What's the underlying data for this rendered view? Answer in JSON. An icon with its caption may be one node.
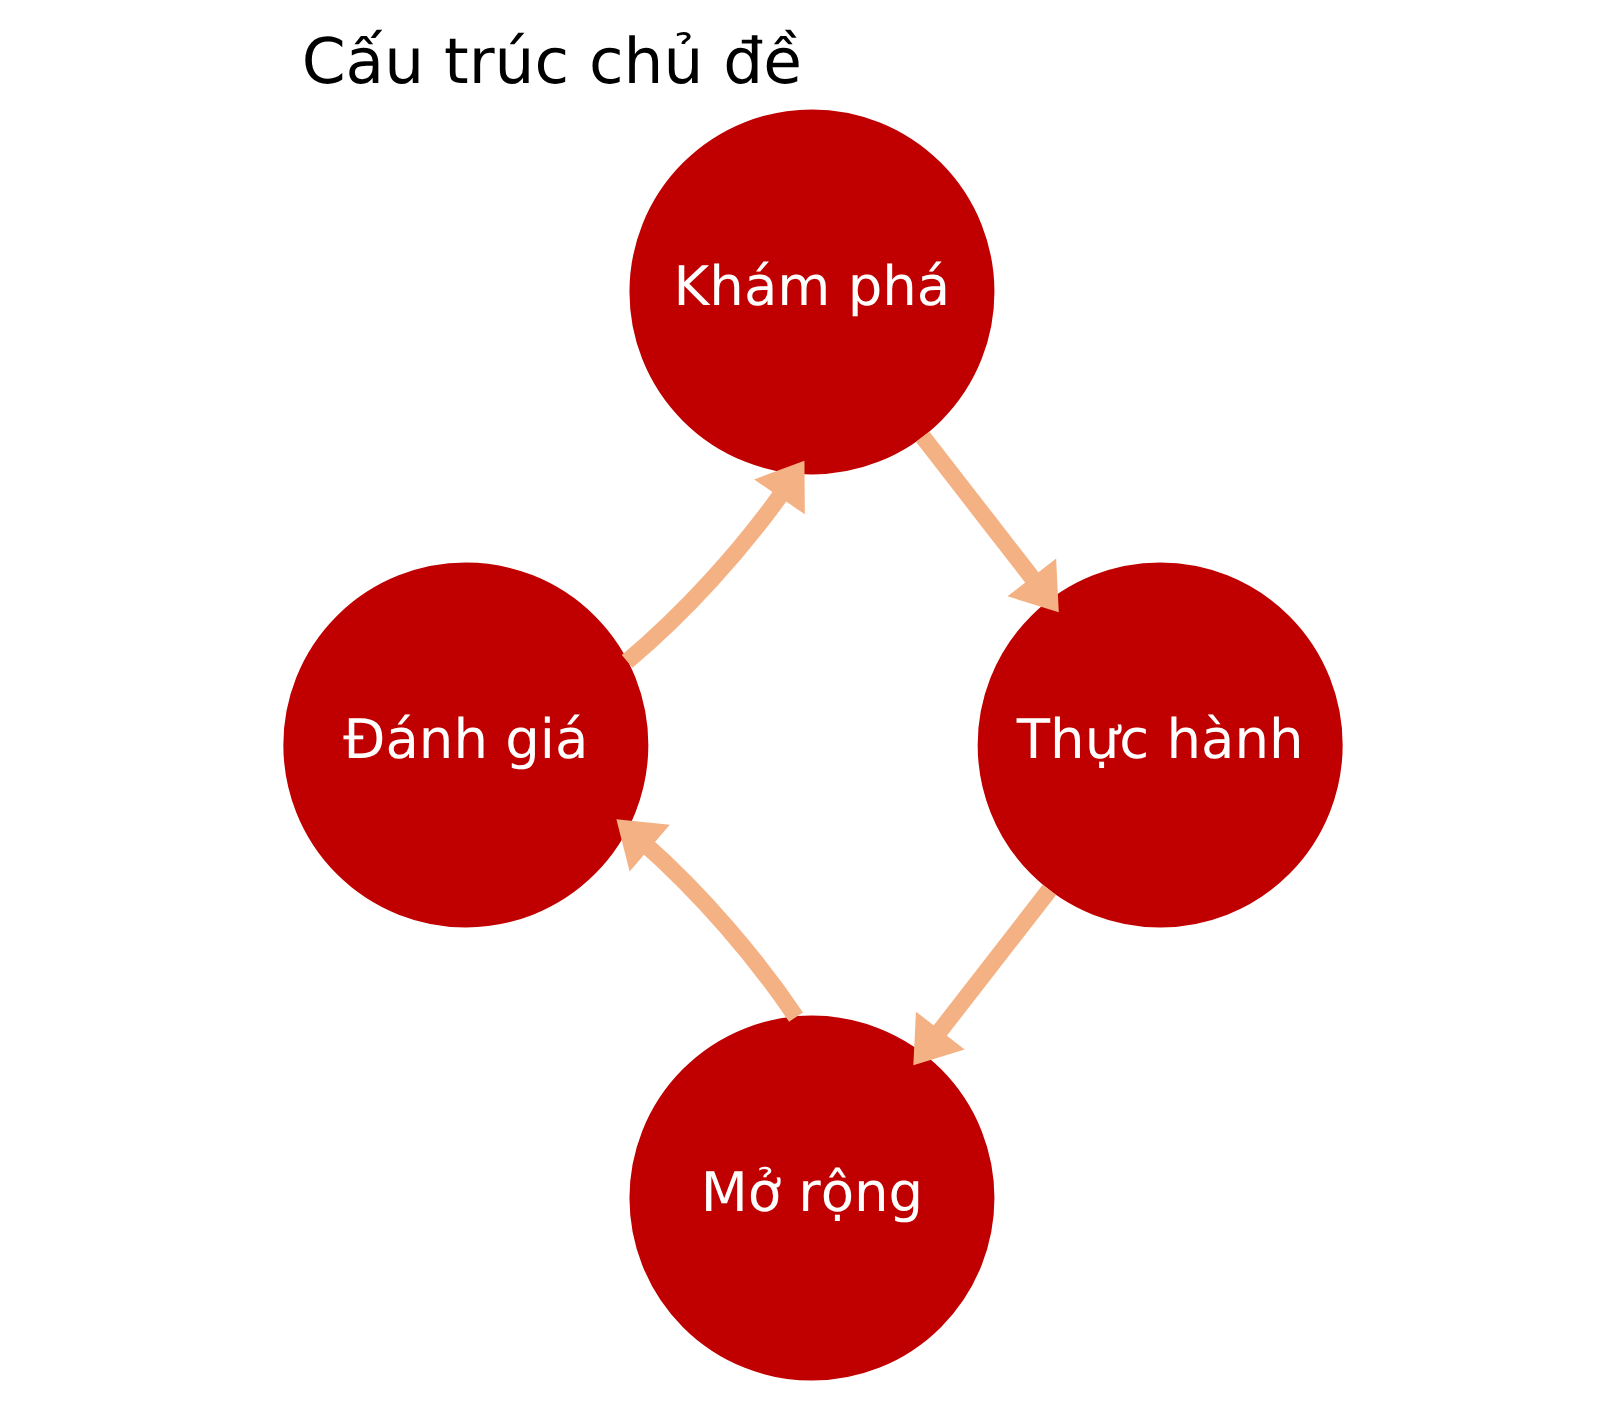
{
  "diagram": {
    "title": "Cấu trúc chủ đề",
    "nodes": [
      {
        "text": [
          "Khám phá"
        ]
      },
      {
        "text": [
          "Thực hành"
        ]
      },
      {
        "text": [
          "Mở rộng"
        ]
      },
      {
        "text": [
          "Đánh giá"
        ]
      }
    ],
    "edges": [
      {
        "from": 0,
        "to": 1,
        "arrow": "to"
      },
      {
        "from": 1,
        "to": 2,
        "arrow": "to"
      },
      {
        "from": 2,
        "to": 3,
        "arrow": "to"
      },
      {
        "from": 3,
        "to": 0,
        "arrow": "to"
      }
    ]
  }
}
